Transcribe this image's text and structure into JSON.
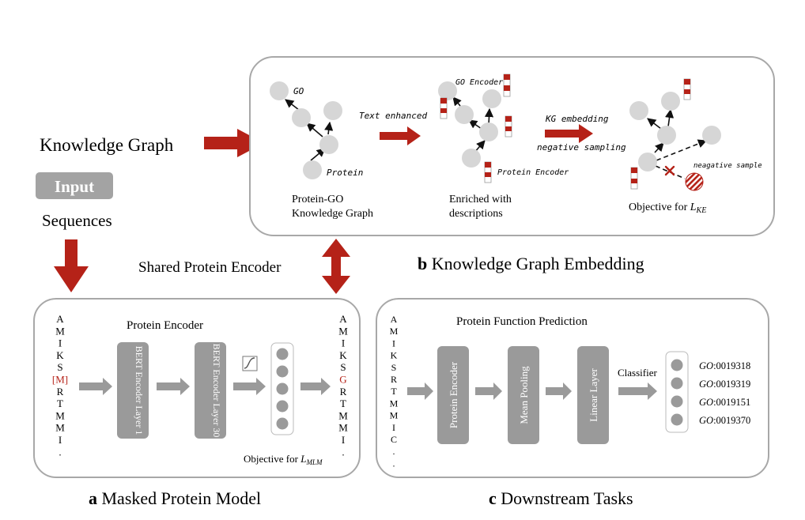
{
  "input": {
    "knowledge_graph": "Knowledge Graph",
    "input_badge": "Input",
    "sequences": "Sequences",
    "shared_encoder": "Shared Protein Encoder"
  },
  "panel_b": {
    "caption_letter": "b",
    "caption_text": "Knowledge Graph Embedding",
    "go_label": "GO",
    "protein_label": "Protein",
    "text_enhanced": "Text enhanced",
    "go_encoder": "GO Encoder",
    "protein_encoder": "Protein Encoder",
    "kg_embedding": "KG embedding",
    "negative_sampling": "negative sampling",
    "negative_sample": "neagative sample",
    "graph1_line1": "Protein-GO",
    "graph1_line2": "Knowledge Graph",
    "graph2_line1": "Enriched with",
    "graph2_line2": "descriptions",
    "objective_ke": "Objective for",
    "objective_ke_sym": "L",
    "objective_ke_sub": "KE"
  },
  "panel_a": {
    "caption_letter": "a",
    "caption_text": "Masked Protein Model",
    "title": "Protein Encoder",
    "input_seq": [
      "A",
      "M",
      "I",
      "K",
      "S",
      "[M]",
      "R",
      "T",
      "M",
      "M",
      "I",
      "."
    ],
    "output_seq": [
      "A",
      "M",
      "I",
      "K",
      "S",
      "G",
      "R",
      "T",
      "M",
      "M",
      "I",
      "."
    ],
    "layer1": "BERT Encoder Layer 1",
    "layer30": "BERT Encoder Layer 30",
    "objective": "Objective for",
    "objective_sym": "L",
    "objective_sub": "MLM"
  },
  "panel_c": {
    "caption_letter": "c",
    "caption_text": "Downstream Tasks",
    "title": "Protein Function Prediction",
    "input_seq": [
      "A",
      "M",
      "I",
      "K",
      "S",
      "R",
      "T",
      "M",
      "M",
      "I",
      "C",
      ".",
      "."
    ],
    "block1": "Protein Encoder",
    "block2": "Mean Pooling",
    "block3": "Linear Layer",
    "classifier": "Classifier",
    "go_prefix": "GO",
    "go_terms": [
      ":0019318",
      ":0019319",
      ":0019151",
      ":0019370"
    ]
  },
  "colors": {
    "red": "#b52218",
    "gray_node": "#d6d6d6",
    "gray_block": "#9a9a9a",
    "border": "#a8a8a8"
  }
}
